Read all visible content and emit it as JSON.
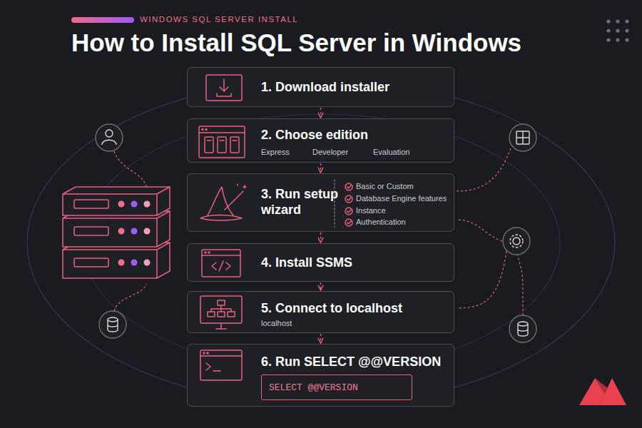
{
  "diagram": {
    "title": "How to Install SQL Server in Windows",
    "nodes": [
      {
        "text": [
          "1. Download installer"
        ]
      },
      {
        "text": [
          "2. Choose edition",
          "Express",
          "Developer",
          "Evaluation"
        ]
      },
      {
        "text": [
          "3. Run setup wizard",
          "Basic or Custom",
          "Database Engine features",
          "Instance",
          "Authentication"
        ]
      },
      {
        "text": [
          "4. Install SSMS"
        ]
      },
      {
        "text": [
          "5. Connect to localhost",
          "localhost"
        ]
      },
      {
        "text": [
          "6. Run SELECT @@VERSION"
        ]
      },
      {
        "text": [
          "SELECT @@VERSION"
        ],
        "in": 5
      }
    ],
    "edges": [
      {
        "from": 0,
        "to": 1,
        "arrow": "to"
      },
      {
        "from": 1,
        "to": 2,
        "arrow": "to"
      },
      {
        "from": 2,
        "to": 3,
        "arrow": "to"
      },
      {
        "from": 3,
        "to": 4,
        "arrow": "to"
      },
      {
        "from": 4,
        "to": 5,
        "arrow": "to"
      }
    ],
    "labels": [
      "WINDOWS SQL SERVER INSTALL"
    ]
  }
}
